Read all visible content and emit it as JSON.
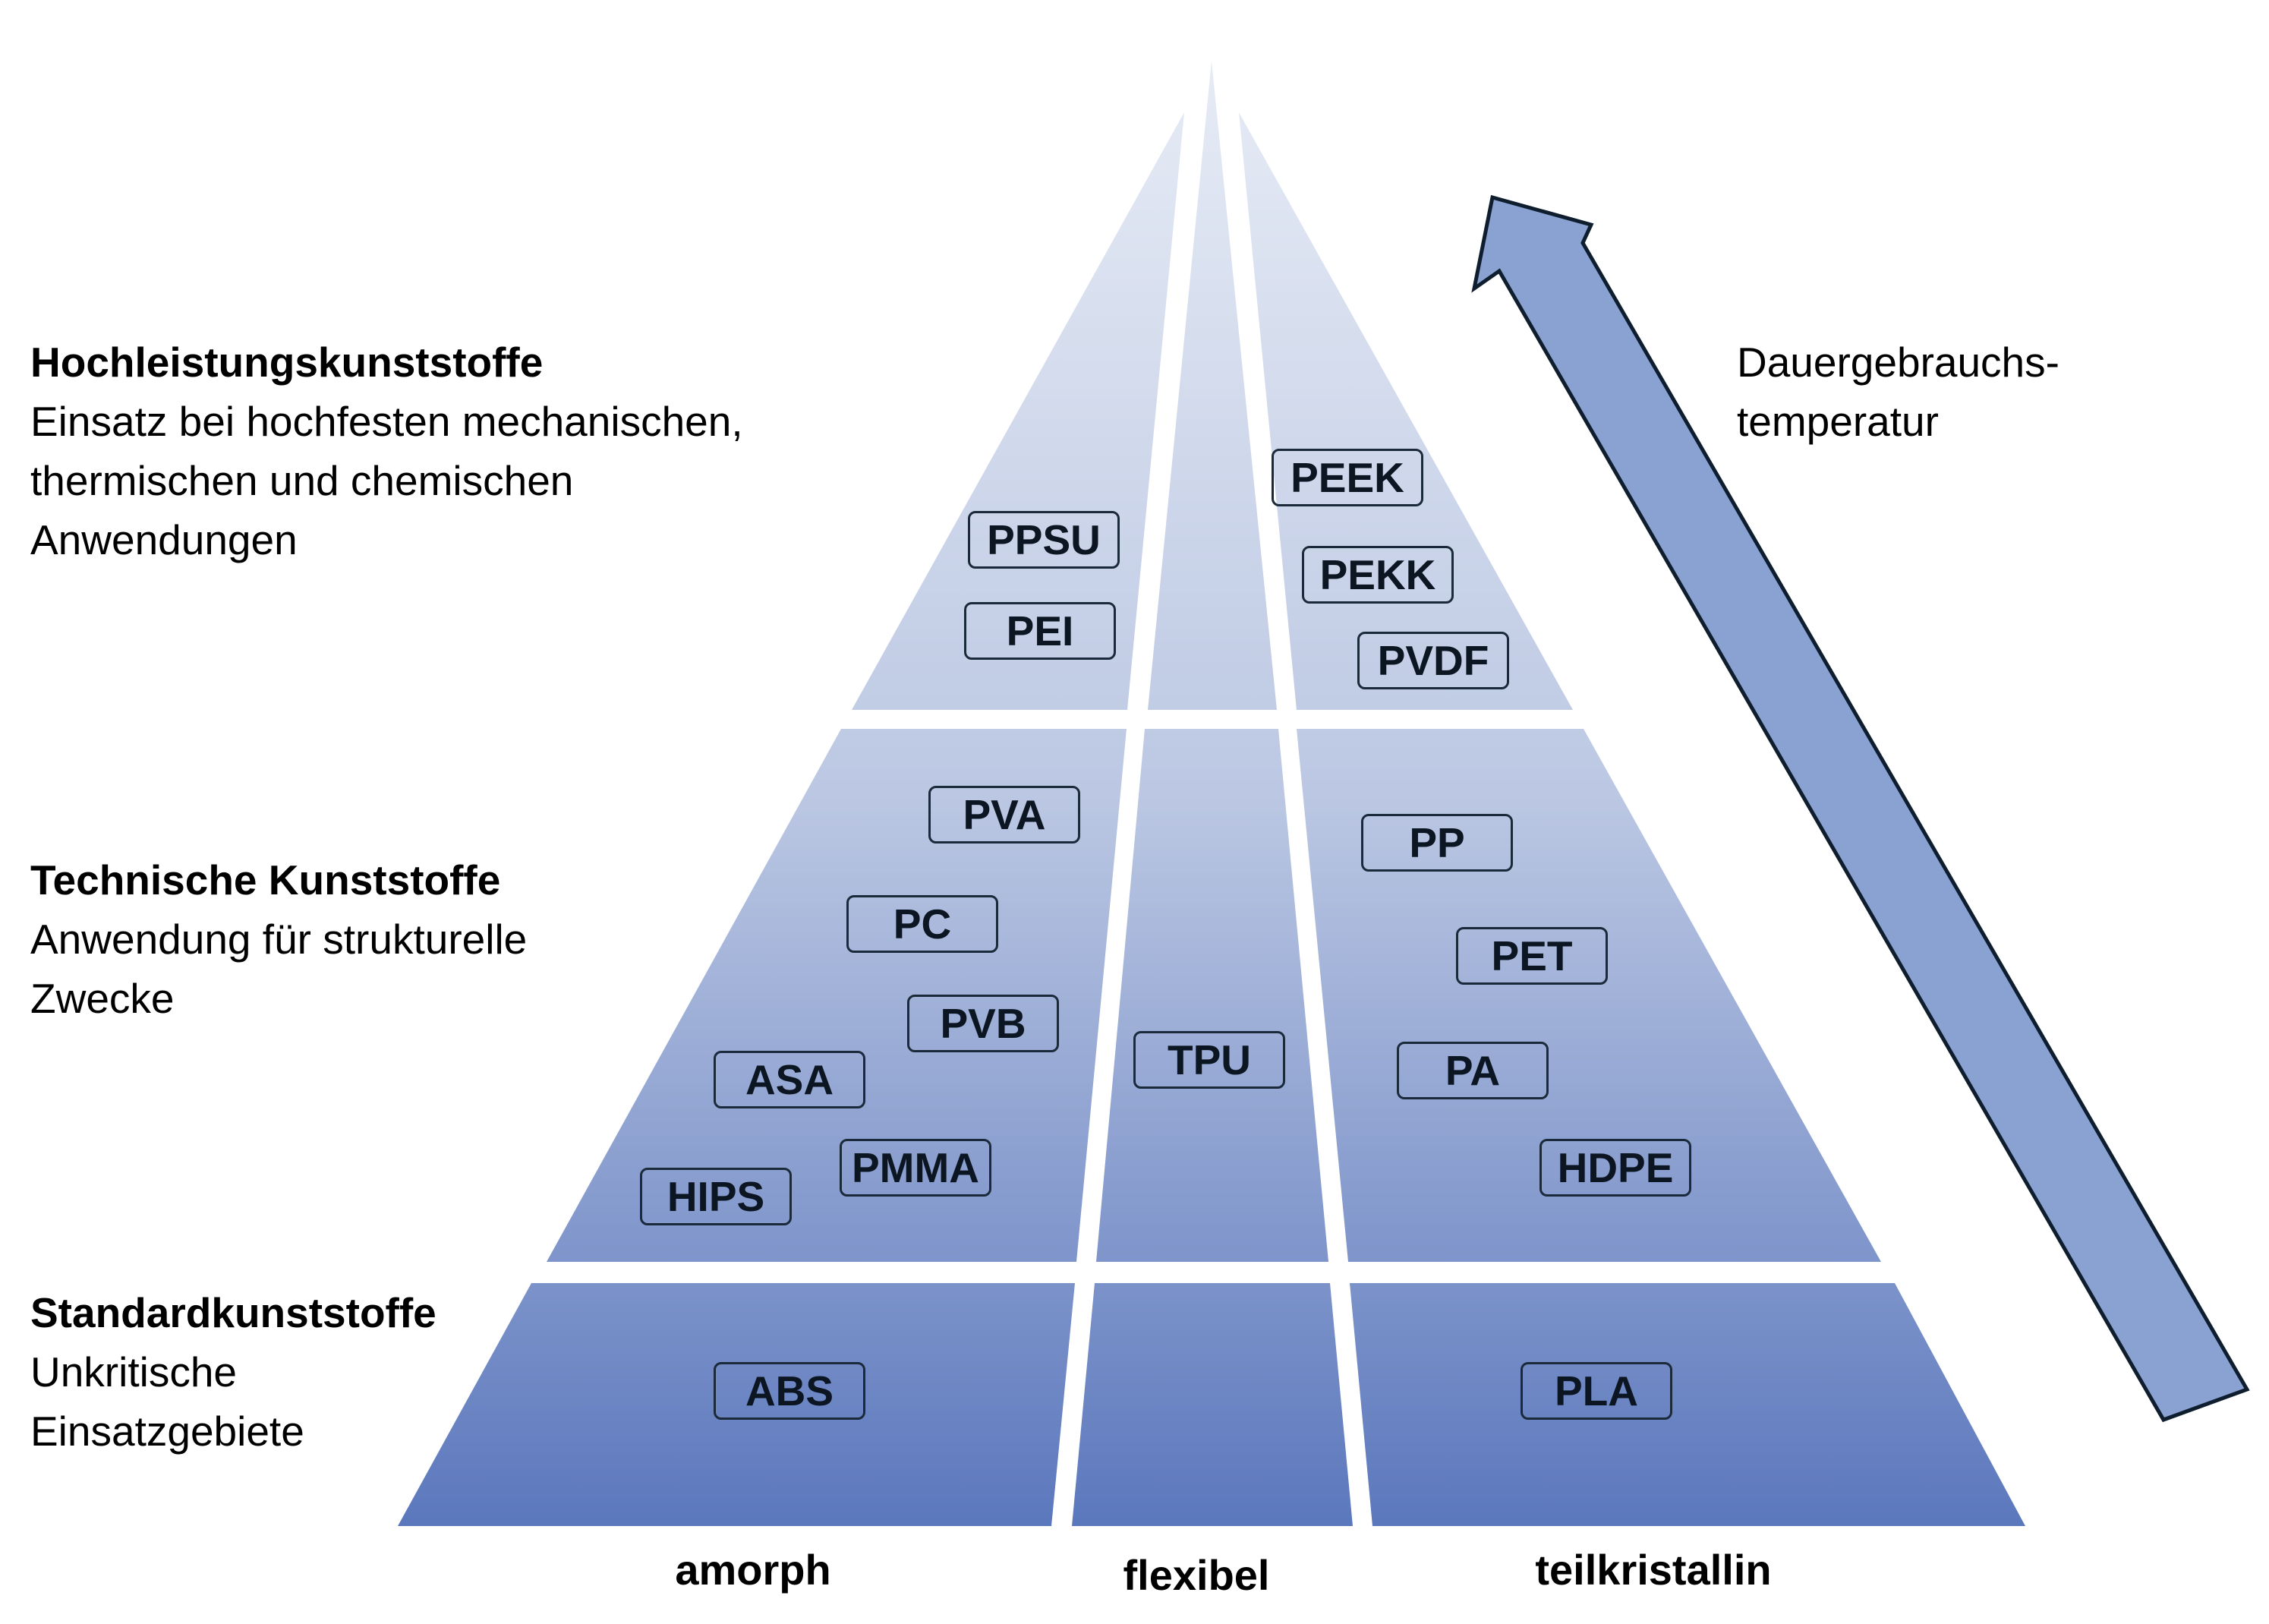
{
  "tiers": [
    {
      "title": "Hochleistungskunststoffe",
      "description": "Einsatz bei hochfesten mechanischen,\nthermischen und chemischen\nAnwendungen"
    },
    {
      "title": "Technische Kunststoffe",
      "description": "Anwendung für strukturelle\nZwecke"
    },
    {
      "title": "Standardkunststoffe",
      "description": "Unkritische\nEinsatzgebiete"
    }
  ],
  "columns": {
    "amorph": "amorph",
    "flexibel": "flexibel",
    "teilkristallin": "teilkristallin"
  },
  "arrow_label": "Dauergebrauchs-\ntemperatur",
  "materials": {
    "high": {
      "amorph": [
        "PPSU",
        "PEI"
      ],
      "flexibel": [],
      "teilkristallin": [
        "PEEK",
        "PEKK",
        "PVDF"
      ]
    },
    "technical": {
      "amorph": [
        "PVA",
        "PC",
        "PVB",
        "ASA",
        "PMMA",
        "HIPS"
      ],
      "flexibel": [
        "TPU"
      ],
      "teilkristallin": [
        "PP",
        "PET",
        "PA",
        "HDPE"
      ]
    },
    "standard": {
      "amorph": [
        "ABS"
      ],
      "flexibel": [],
      "teilkristallin": [
        "PLA"
      ]
    }
  },
  "colors": {
    "gradient_top": "#e6ebf5",
    "gradient_bottom": "#5c78bd",
    "arrow_fill": "#8aa2d2",
    "outline": "#1b2a3a"
  }
}
